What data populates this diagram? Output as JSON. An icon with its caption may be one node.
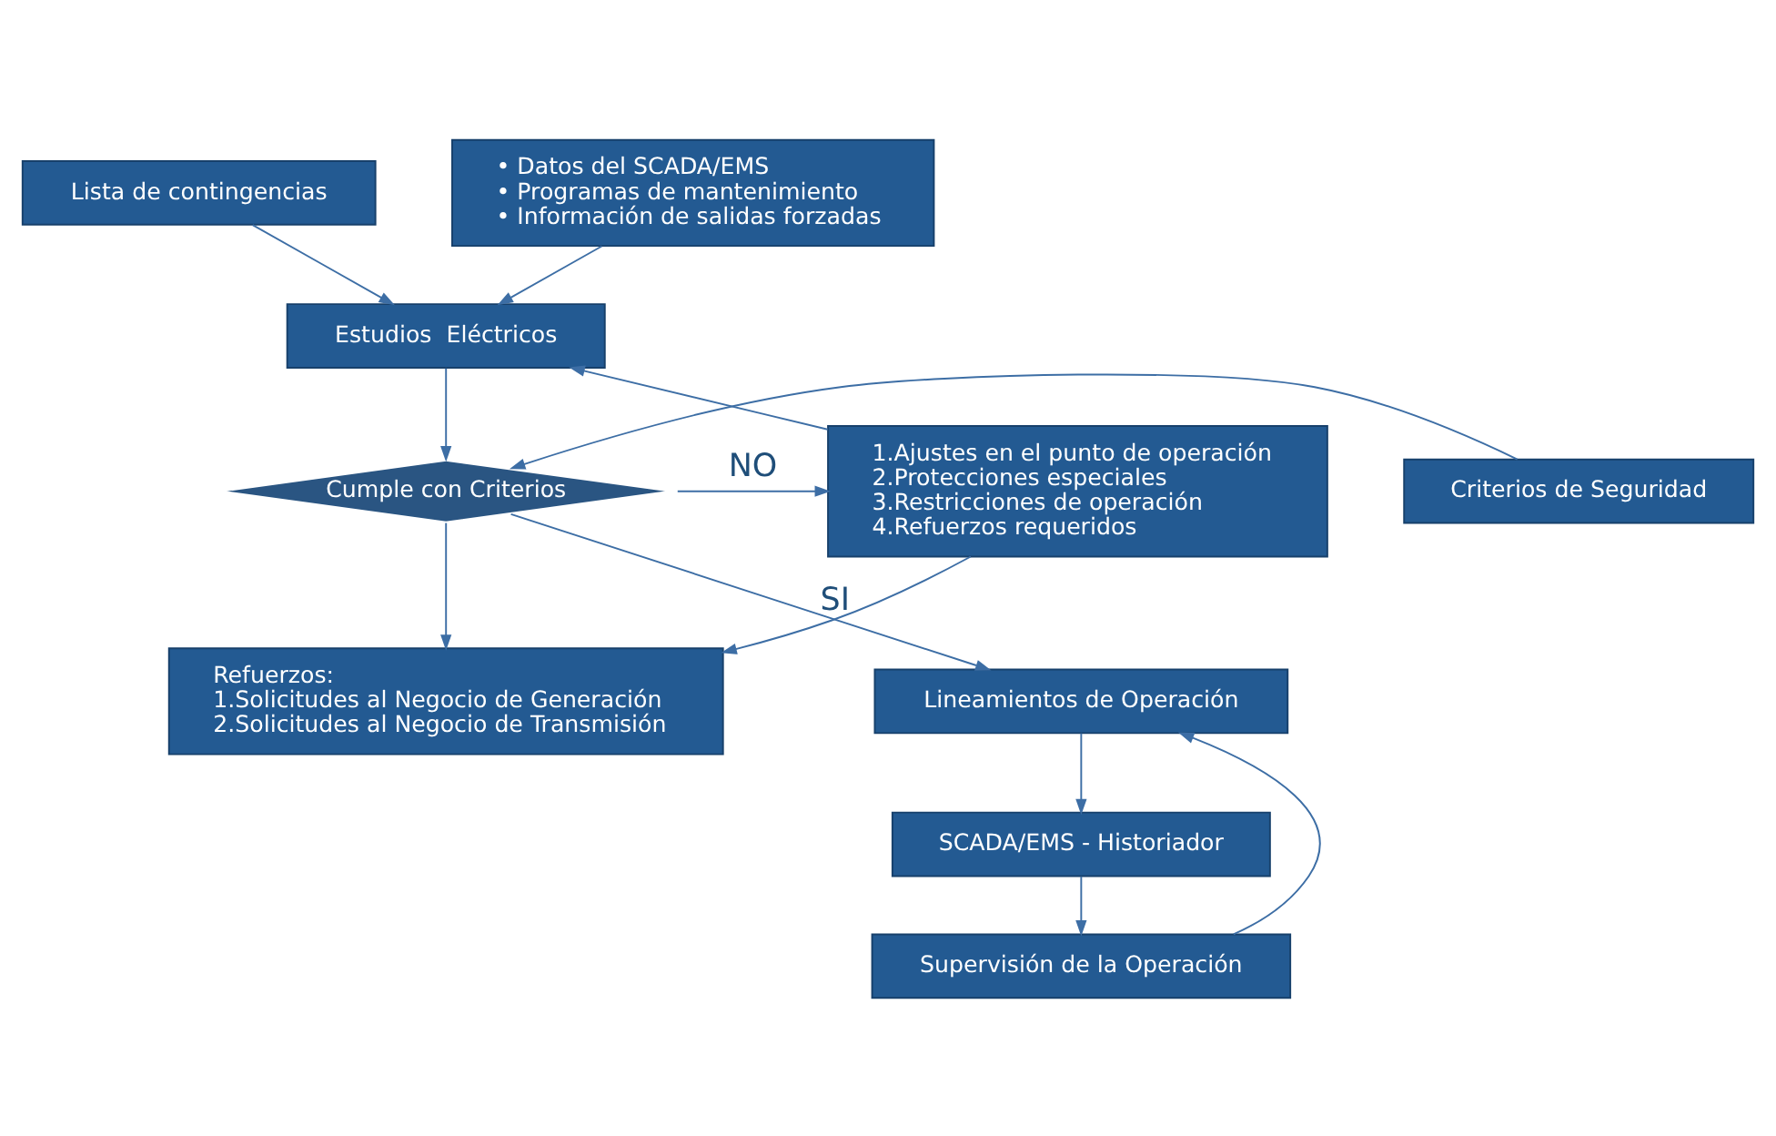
{
  "diagram": {
    "nodes": [
      {
        "text": [
          "Lista de contingencias"
        ]
      },
      {
        "text": [
          "• Datos del SCADA/EMS",
          "• Programas de mantenimiento",
          "• Información de salidas forzadas"
        ]
      },
      {
        "text": [
          "Estudios  Eléctricos"
        ]
      },
      {
        "text": [
          "Cumple con Criterios"
        ]
      },
      {
        "text": [
          "1.Ajustes en el punto de operación",
          "2.Protecciones especiales",
          "3.Restricciones de operación",
          "4.Refuerzos requeridos"
        ]
      },
      {
        "text": [
          "Criterios de Seguridad"
        ]
      },
      {
        "text": [
          "Refuerzos:",
          "1.Solicitudes al Negocio de Generación",
          "2.Solicitudes al Negocio de Transmisión"
        ]
      },
      {
        "text": [
          "Lineamientos de Operación"
        ]
      },
      {
        "text": [
          "SCADA/EMS - Historiador"
        ]
      },
      {
        "text": [
          "Supervisión de la Operación"
        ]
      }
    ],
    "edges": [
      {
        "from": 0,
        "to": 2,
        "arrow": "to"
      },
      {
        "from": 1,
        "to": 2,
        "arrow": "to"
      },
      {
        "from": 2,
        "to": 3,
        "arrow": "to"
      },
      {
        "from": 3,
        "to": 4,
        "arrow": "to",
        "label": "NO"
      },
      {
        "from": 5,
        "to": 3,
        "arrow": "to"
      },
      {
        "from": 4,
        "to": 2,
        "arrow": "to"
      },
      {
        "from": 3,
        "to": 6,
        "arrow": "to"
      },
      {
        "from": 3,
        "to": 7,
        "arrow": "to",
        "label": "SI"
      },
      {
        "from": 4,
        "to": 6,
        "arrow": "to"
      },
      {
        "from": 7,
        "to": 8,
        "arrow": "to"
      },
      {
        "from": 8,
        "to": 9,
        "arrow": "to"
      },
      {
        "from": 9,
        "to": 7,
        "arrow": "to"
      }
    ]
  }
}
